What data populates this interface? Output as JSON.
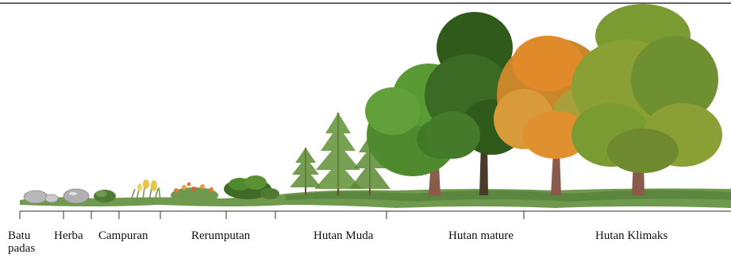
{
  "stages": [
    {
      "id": "batu",
      "label": "Batu padas"
    },
    {
      "id": "herba",
      "label": "Herba"
    },
    {
      "id": "campuran",
      "label": "Campuran"
    },
    {
      "id": "rerumputan",
      "label": "Rerumputan"
    },
    {
      "id": "muda",
      "label": "Hutan Muda"
    },
    {
      "id": "mature",
      "label": "Hutan mature"
    },
    {
      "id": "klimaks",
      "label": "Hutan Klimaks"
    }
  ],
  "colors": {
    "ground": "#6f9a4e",
    "ground_dark": "#4f7a34",
    "leaf_green": "#4f8a2e",
    "leaf_dark": "#2f5a1c",
    "leaf_olive": "#8aa035",
    "leaf_orange": "#e08a2a",
    "trunk": "#7a4a3a",
    "rock": "#b8b8b8",
    "axis": "#555555"
  },
  "illustration": {
    "rocks": "rock-icon",
    "herbs": "shrub-icon",
    "grass": "grass-icon",
    "young_trees": "conifer-icon",
    "mature_trees": "deciduous-tree-icon",
    "climax_trees": "deciduous-tree-icon"
  }
}
